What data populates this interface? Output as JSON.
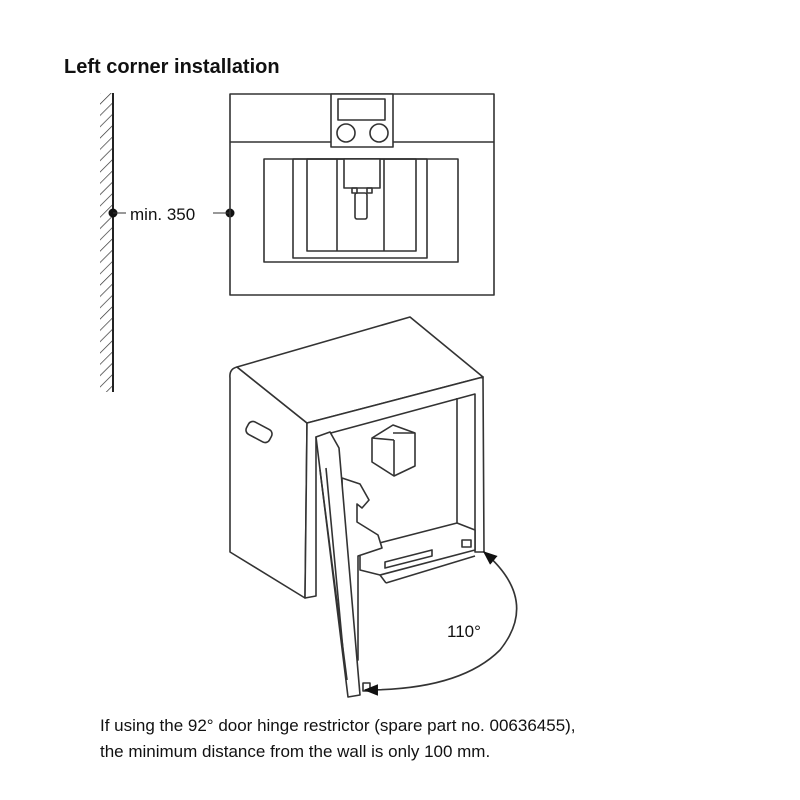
{
  "title": "Left corner installation",
  "dimension_label": "min. 350",
  "angle_label": "110°",
  "caption": {
    "line1": "If using the 92° door hinge restrictor (spare part no. 00636455),",
    "line2": "the minimum distance from the wall is only 100 mm."
  }
}
